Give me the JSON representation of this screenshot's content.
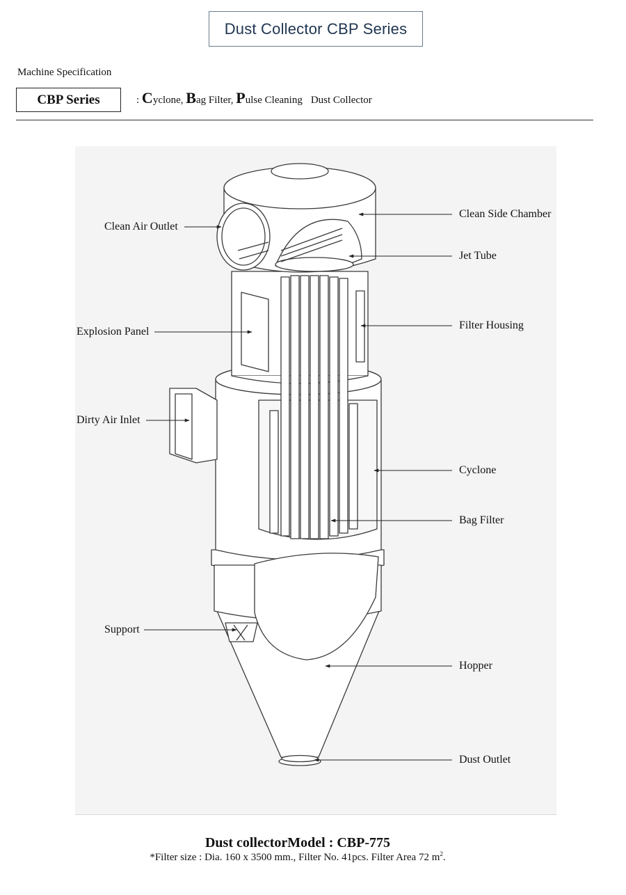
{
  "header": {
    "title": "Dust Collector  CBP Series"
  },
  "spec": {
    "label": "Machine Specification",
    "series_name": "CBP Series",
    "prefix": ": ",
    "c_letter": "C",
    "c_rest": "yclone, ",
    "b_letter": "B",
    "b_rest": "ag Filter, ",
    "p_letter": "P",
    "p_rest": "ulse Cleaning",
    "suffix": "Dust Collector"
  },
  "callouts": {
    "clean_air_outlet": "Clean Air Outlet",
    "explosion_panel": "Explosion Panel",
    "dirty_air_inlet": "Dirty Air Inlet",
    "support": "Support",
    "clean_side_chamber": "Clean Side Chamber",
    "jet_tube": "Jet Tube",
    "filter_housing": "Filter Housing",
    "cyclone": "Cyclone",
    "bag_filter": "Bag Filter",
    "hopper": "Hopper",
    "dust_outlet": "Dust Outlet"
  },
  "caption": {
    "model": "Dust collectorModel : CBP-775",
    "filter_text": "*Filter size : Dia. 160 x 3500 mm., Filter No. 41pcs. Filter Area 72 m",
    "filter_sup": "2",
    "filter_end": "."
  }
}
